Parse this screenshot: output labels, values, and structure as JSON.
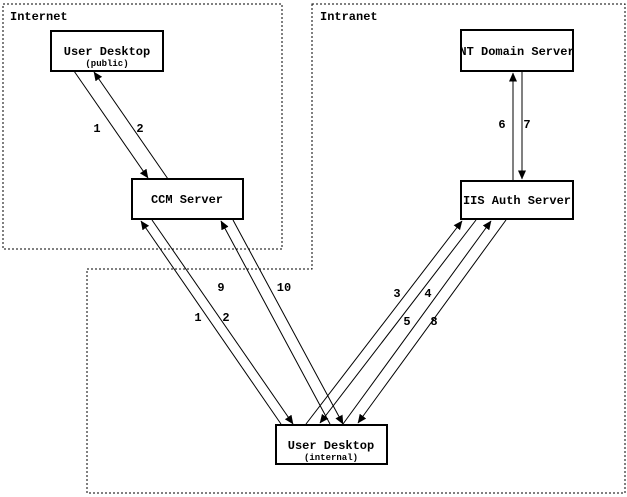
{
  "colors": {
    "background": "#ffffff",
    "ink": "#000000"
  },
  "zones": {
    "internet": {
      "label": "Internet"
    },
    "intranet": {
      "label": "Intranet"
    }
  },
  "nodes": {
    "public_desktop": {
      "label": "User Desktop",
      "sublabel": "(public)",
      "zone": "Internet"
    },
    "ccm_server": {
      "label": "CCM Server",
      "zone": "Internet"
    },
    "nt_domain_server": {
      "label": "NT Domain Server",
      "zone": "Intranet"
    },
    "iis_auth_server": {
      "label": "IIS Auth Server",
      "zone": "Intranet"
    },
    "internal_desktop": {
      "label": "User Desktop",
      "sublabel": "(internal)",
      "zone": "Intranet"
    }
  },
  "edges": [
    {
      "label": "1",
      "from": "public_desktop",
      "to": "ccm_server"
    },
    {
      "label": "2",
      "from": "ccm_server",
      "to": "public_desktop"
    },
    {
      "label": "1",
      "from": "internal_desktop",
      "to": "ccm_server"
    },
    {
      "label": "2",
      "from": "ccm_server",
      "to": "internal_desktop"
    },
    {
      "label": "9",
      "from": "internal_desktop",
      "to": "ccm_server"
    },
    {
      "label": "10",
      "from": "ccm_server",
      "to": "internal_desktop"
    },
    {
      "label": "3",
      "from": "internal_desktop",
      "to": "iis_auth_server"
    },
    {
      "label": "4",
      "from": "iis_auth_server",
      "to": "internal_desktop"
    },
    {
      "label": "5",
      "from": "internal_desktop",
      "to": "iis_auth_server"
    },
    {
      "label": "8",
      "from": "iis_auth_server",
      "to": "internal_desktop"
    },
    {
      "label": "6",
      "from": "iis_auth_server",
      "to": "nt_domain_server"
    },
    {
      "label": "7",
      "from": "nt_domain_server",
      "to": "iis_auth_server"
    }
  ]
}
